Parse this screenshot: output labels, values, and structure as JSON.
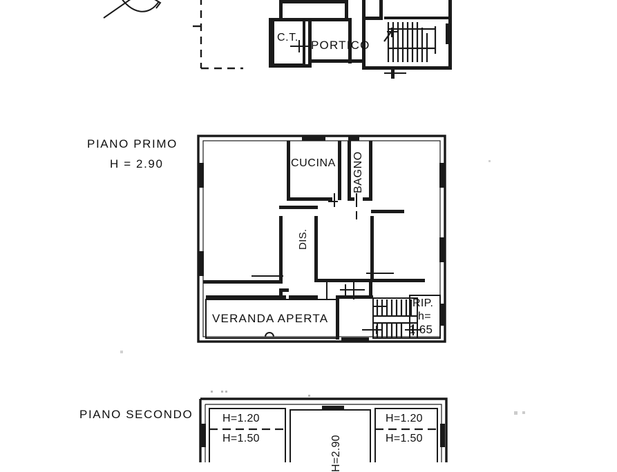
{
  "document": {
    "kind": "architectural-floor-plan",
    "language": "it",
    "background_color": "#ffffff",
    "ink_color": "#111111"
  },
  "ground_floor": {
    "rooms": [
      {
        "name": "ct",
        "label": "C.T."
      },
      {
        "name": "portico",
        "label": "PORTICO"
      }
    ],
    "has_staircase": true,
    "has_dashed_boundary": true,
    "has_north_arrow": true
  },
  "first_floor": {
    "title": "PIANO PRIMO",
    "height_label": "H = 2.90",
    "rooms": [
      {
        "name": "cucina",
        "label": "CUCINA",
        "orientation": "horizontal"
      },
      {
        "name": "bagno",
        "label": "BAGNO",
        "orientation": "vertical"
      },
      {
        "name": "disimpegno",
        "label": "DIS.",
        "orientation": "vertical"
      },
      {
        "name": "veranda-aperta",
        "label": "VERANDA APERTA",
        "orientation": "horizontal"
      }
    ],
    "ripostiglio": {
      "label": "RIP.",
      "height_prefix": "h=",
      "height_value": "1.65"
    }
  },
  "second_floor": {
    "title": "PIANO SECONDO",
    "left_heights": [
      "H=1.20",
      "H=1.50"
    ],
    "right_heights": [
      "H=1.20",
      "H=1.50"
    ],
    "center_height_rotated": "H=2.90"
  }
}
